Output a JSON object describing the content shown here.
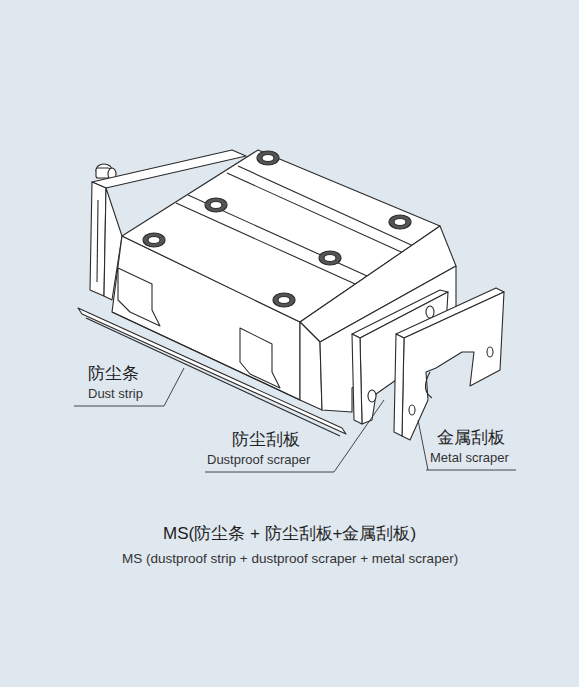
{
  "diagram": {
    "title": "MS(防尘条 + 防尘刮板+金属刮板)",
    "caption": "MS (dustproof strip + dustproof scraper + metal scraper)",
    "labels": [
      "防尘条",
      "Dust strip",
      "防尘刮板",
      "Dustproof scraper",
      "金属刮板",
      "Metal scraper"
    ]
  }
}
